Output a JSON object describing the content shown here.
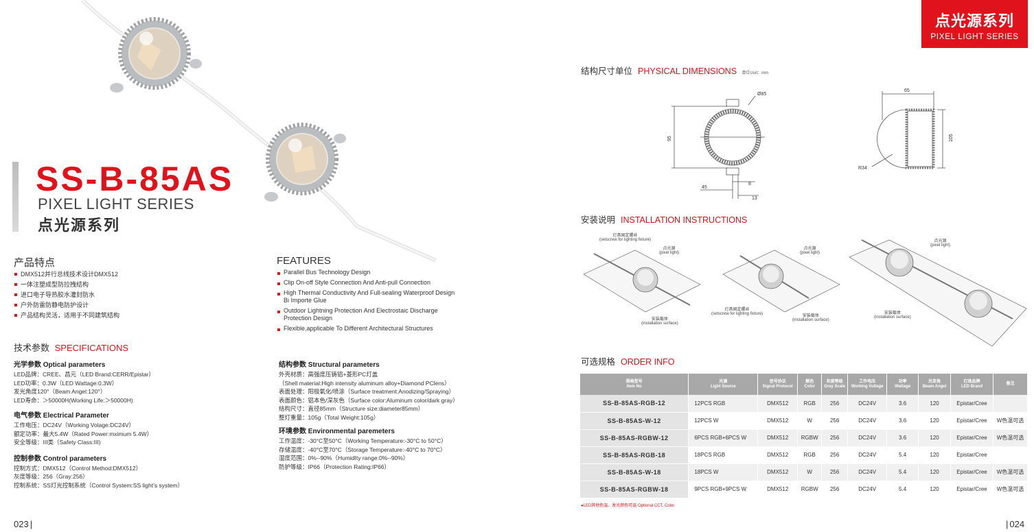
{
  "left_page": {
    "model": "SS-B-85AS",
    "series_en": "PIXEL LIGHT SERIES",
    "series_cn": "点光源系列",
    "features_cn_title": "产品特点",
    "features_cn": [
      "DMX512并行总线技术设计DMX512",
      "一体注塑成型防拉拽结构",
      "进口电子导热胶水灌封防水",
      "户外防雷防静电防护设计",
      "产品结构灵活，适用于不同建筑结构"
    ],
    "features_en_title": "FEATURES",
    "features_en": [
      "Parallel Bus Technology Design",
      "Clip On-off Style Connection And Anti-pull Connection",
      "High Thermal Conductivity And Full-sealing Waterproof Design Bi Importe Glue",
      "Outdoor Lightning Protection And Electrostaic Discharge Protection Design",
      "Flexible,applicable To Different Architectural Structures"
    ],
    "spec_title_cn": "技术参数",
    "spec_title_en": "SPECIFICATIONS",
    "optical_title": "光学参数  Optical parameters",
    "optical": [
      "LED品牌：CREE、昌元（LED Brand:CERR/Epistar）",
      "LED功率：0.3W（LED Wattage:0.3W）",
      "发光角度120°（Beam Angel:120°）",
      "LED寿命：＞50000H(Working Life:＞50000H)"
    ],
    "electrical_title": "电气参数  Electrical Parameter",
    "electrical": [
      "工作电压：DC24V（Working Volage:DC24V）",
      "额定功率：最大5.4W（Rated Power:mximum 5.4W）",
      "安全等级：III类（Safety Class:III)"
    ],
    "control_title": "控制参数  Control parameters",
    "control": [
      "控制方式：DMX512（Control Method:DMX512）",
      "灰度等级：256（Gray:256）",
      "控制系统：SS灯光控制系统（Control System:SS light’s system）"
    ],
    "structural_title": "结构参数  Structural parameters",
    "structural": [
      "外壳材质：高强度压铸铝+菱形PC灯盖",
      "（Shell material:High intensity aluminum alloy+Diamond PClens）",
      "表面处理：阳极氧化/喷涂（Surface treatment:Anodizing/Spraying）",
      "表面颜色：铝本色/深灰色（Surface color:Aluminum color/dark gray）",
      "结构尺寸：直径85mm（Structure size:diameter85mm）",
      "整灯重量：105g（Total Weight:105g）"
    ],
    "environmental_title": "环境参数  Environmental paremeters",
    "environmental": [
      "工作温度：-30°C至50°C（Working Temperature:-30°C to 50°C）",
      "存储温度：-40°C至70°C（Storage Temperature:-40°C to 70°C）",
      "湿度范围：0%--90%（HumidIty range:0%--90%）",
      "防护等级：IP66（Protection Rating:IP66）"
    ],
    "page_number": "023"
  },
  "right_page": {
    "badge_cn": "点光源系列",
    "badge_en": "PIXEL LIGHT SERIES",
    "dimensions_cn": "结构尺寸单位",
    "dimensions_en": "PHYSICAL DIMENSIONS",
    "unit_text": "单位Uuit：mm",
    "dim_labels": {
      "diameter": "Ø85",
      "height": "95",
      "d45": "45",
      "d8": "8",
      "d13": "13",
      "width": "65",
      "side_h": "105",
      "radius": "R34"
    },
    "install_cn": "安装说明",
    "install_en": "INSTALLATION INSTRUCTIONS",
    "install_labels": {
      "setscrew": "灯具固定螺丝",
      "setscrew_en": "(setscrew for lighting fixture)",
      "pixel": "点光源",
      "pixel_en": "(pixel light)",
      "surface": "安装载体",
      "surface_en": "(installation surface)"
    },
    "order_cn": "可选规格",
    "order_en": "ORDER INFO",
    "table_headers": [
      {
        "cn": "规格型号",
        "en": "Item No"
      },
      {
        "cn": "光源",
        "en": "Light Source"
      },
      {
        "cn": "信号协议",
        "en": "Signal Protocol"
      },
      {
        "cn": "颜色",
        "en": "Color"
      },
      {
        "cn": "灰度等级",
        "en": "Gray Scale"
      },
      {
        "cn": "工作电压",
        "en": "Working Voltage"
      },
      {
        "cn": "功率",
        "en": "Wattage"
      },
      {
        "cn": "光束角",
        "en": "Beam Angel"
      },
      {
        "cn": "灯珠品牌",
        "en": "LED Brand"
      },
      {
        "cn": "备注",
        "en": ""
      }
    ],
    "table_rows": [
      [
        "SS-B-85AS-RGB-12",
        "12PCS RGB",
        "DMX512",
        "RGB",
        "256",
        "DC24V",
        "3.6",
        "120",
        "Epistar/Cree",
        ""
      ],
      [
        "SS-B-85AS-W-12",
        "12PCS W",
        "DMX512",
        "W",
        "256",
        "DC24V",
        "3.6",
        "120",
        "Epistar/Cree",
        "W色温可选"
      ],
      [
        "SS-B-85AS-RGBW-12",
        "6PCS RGB+6PCS W",
        "DMX512",
        "RGBW",
        "256",
        "DC24V",
        "3.6",
        "120",
        "Epistar/Cree",
        "W色温可选"
      ],
      [
        "SS-B-85AS-RGB-18",
        "18PCS RGB",
        "DMX512",
        "RGB",
        "256",
        "DC24V",
        "5.4",
        "120",
        "Epistar/Cree",
        ""
      ],
      [
        "SS-B-85AS-W-18",
        "18PCS W",
        "DMX512",
        "W",
        "256",
        "DC24V",
        "5.4",
        "120",
        "Epistar/Cree",
        "W色温可选"
      ],
      [
        "SS-B-85AS-RGBW-18",
        "9PCS RGB+9PCS W",
        "DMX512",
        "RGBW",
        "256",
        "DC24V",
        "5.4",
        "120",
        "Epistar/Cree",
        "W色温可选"
      ]
    ],
    "note": "●LED其他色温、发光颜色可选 Optional CCT, Color",
    "page_number": "024"
  },
  "colors": {
    "accent": "#e0121b",
    "table_header": "#a8a8a8"
  }
}
